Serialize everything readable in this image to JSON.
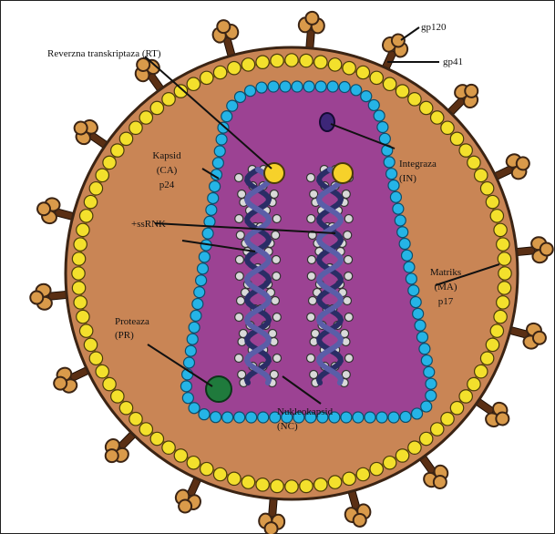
{
  "labels": {
    "rt": "Reverzna transkriptaza (RT)",
    "gp120": "gp120",
    "gp41": "gp41",
    "kapsid": [
      "Kapsid",
      "(CA)",
      "p24"
    ],
    "integraza": [
      "Integraza",
      "(IN)"
    ],
    "ssrnk": "+ssRNK",
    "matriks": [
      "Matriks",
      "(MA)",
      "p17"
    ],
    "proteaza": [
      "Proteaza",
      "(PR)"
    ],
    "nukleokapsid": [
      "Nukleokapsid",
      "(NC)"
    ]
  },
  "colors": {
    "envelope": "#c98555",
    "envelope_edge": "#3b2414",
    "lipid_yellow": "#f3e02c",
    "matrix_blue": "#25b4e6",
    "capsid_purple": "#9c4293",
    "rna_strand": "#5a5ea8",
    "nc_bead": "#d9d9d9",
    "spike_stalk": "#5a2f14",
    "spike_cap": "#d99a4a",
    "integrase": "#3d2678",
    "rt_enzyme": "#f6d12a",
    "protease": "#1f7a3c"
  }
}
